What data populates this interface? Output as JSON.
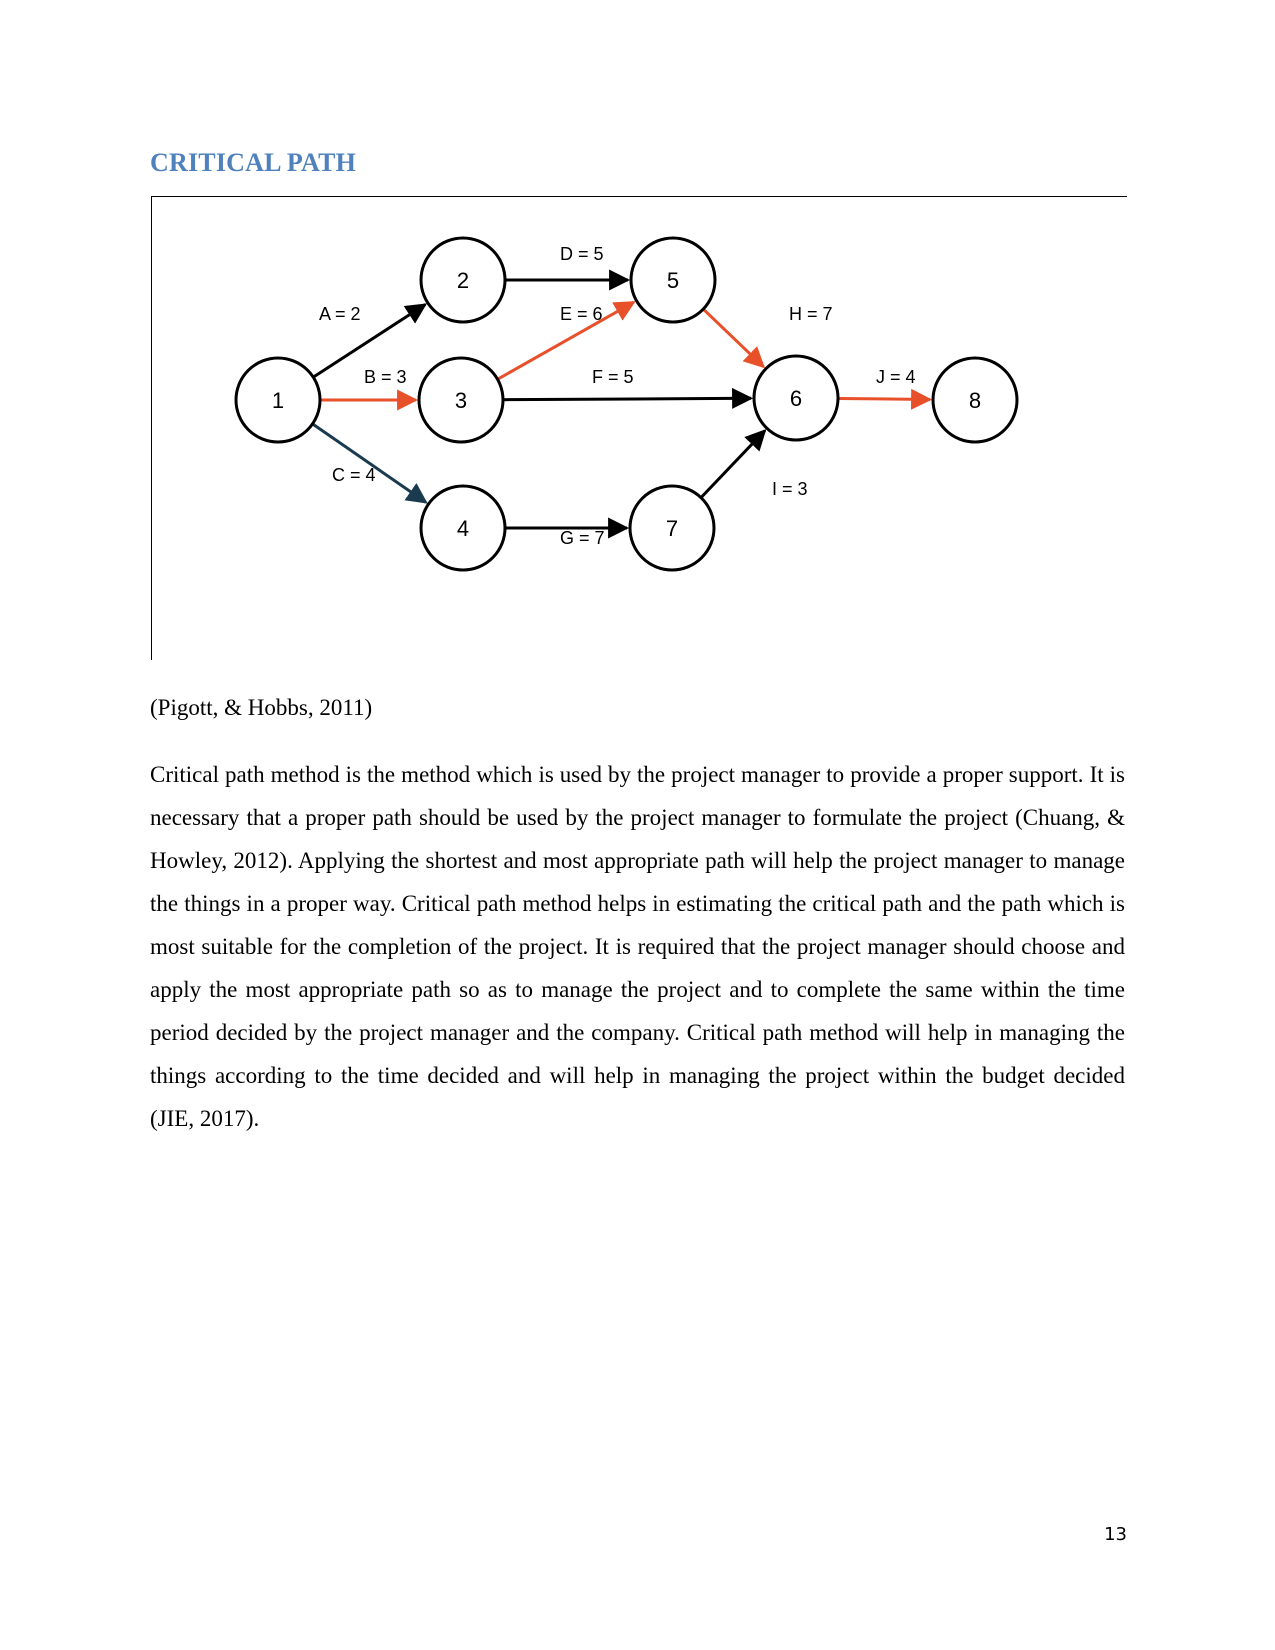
{
  "page": {
    "title": "CRITICAL PATH",
    "citation": "(Pigott, & Hobbs, 2011)",
    "paragraph": "Critical path method is the method which is used by the project manager to provide a proper support. It is necessary that a proper path should be used by the project manager to formulate the project (Chuang, & Howley, 2012). Applying the shortest and most appropriate path will help the project manager to manage the things in a proper way. Critical path method helps in estimating the critical path and the path which is most suitable for the completion of the project. It is required that the project manager should choose and apply the most appropriate path so as to manage the project and to complete the same within the time period decided by the project manager and the company. Critical path method will help in managing the things according to the time decided and will help in managing the project within the budget decided (JIE, 2017).",
    "page_number": "13"
  },
  "diagram": {
    "colors": {
      "critical": "#e8502a",
      "normal": "#000000",
      "secondary": "#1a3a4f"
    },
    "nodes": [
      {
        "id": "1",
        "label": "1"
      },
      {
        "id": "2",
        "label": "2"
      },
      {
        "id": "3",
        "label": "3"
      },
      {
        "id": "4",
        "label": "4"
      },
      {
        "id": "5",
        "label": "5"
      },
      {
        "id": "6",
        "label": "6"
      },
      {
        "id": "7",
        "label": "7"
      },
      {
        "id": "8",
        "label": "8"
      }
    ],
    "edges": [
      {
        "from": "1",
        "to": "2",
        "label": "A = 2",
        "critical": false
      },
      {
        "from": "1",
        "to": "3",
        "label": "B = 3",
        "critical": true
      },
      {
        "from": "1",
        "to": "4",
        "label": "C = 4",
        "critical": false
      },
      {
        "from": "2",
        "to": "5",
        "label": "D = 5",
        "critical": false
      },
      {
        "from": "3",
        "to": "5",
        "label": "E = 6",
        "critical": true
      },
      {
        "from": "3",
        "to": "6",
        "label": "F = 5",
        "critical": false
      },
      {
        "from": "4",
        "to": "7",
        "label": "G = 7",
        "critical": false
      },
      {
        "from": "5",
        "to": "6",
        "label": "H = 7",
        "critical": true
      },
      {
        "from": "7",
        "to": "6",
        "label": "I = 3",
        "critical": false
      },
      {
        "from": "6",
        "to": "8",
        "label": "J = 4",
        "critical": true
      }
    ]
  }
}
